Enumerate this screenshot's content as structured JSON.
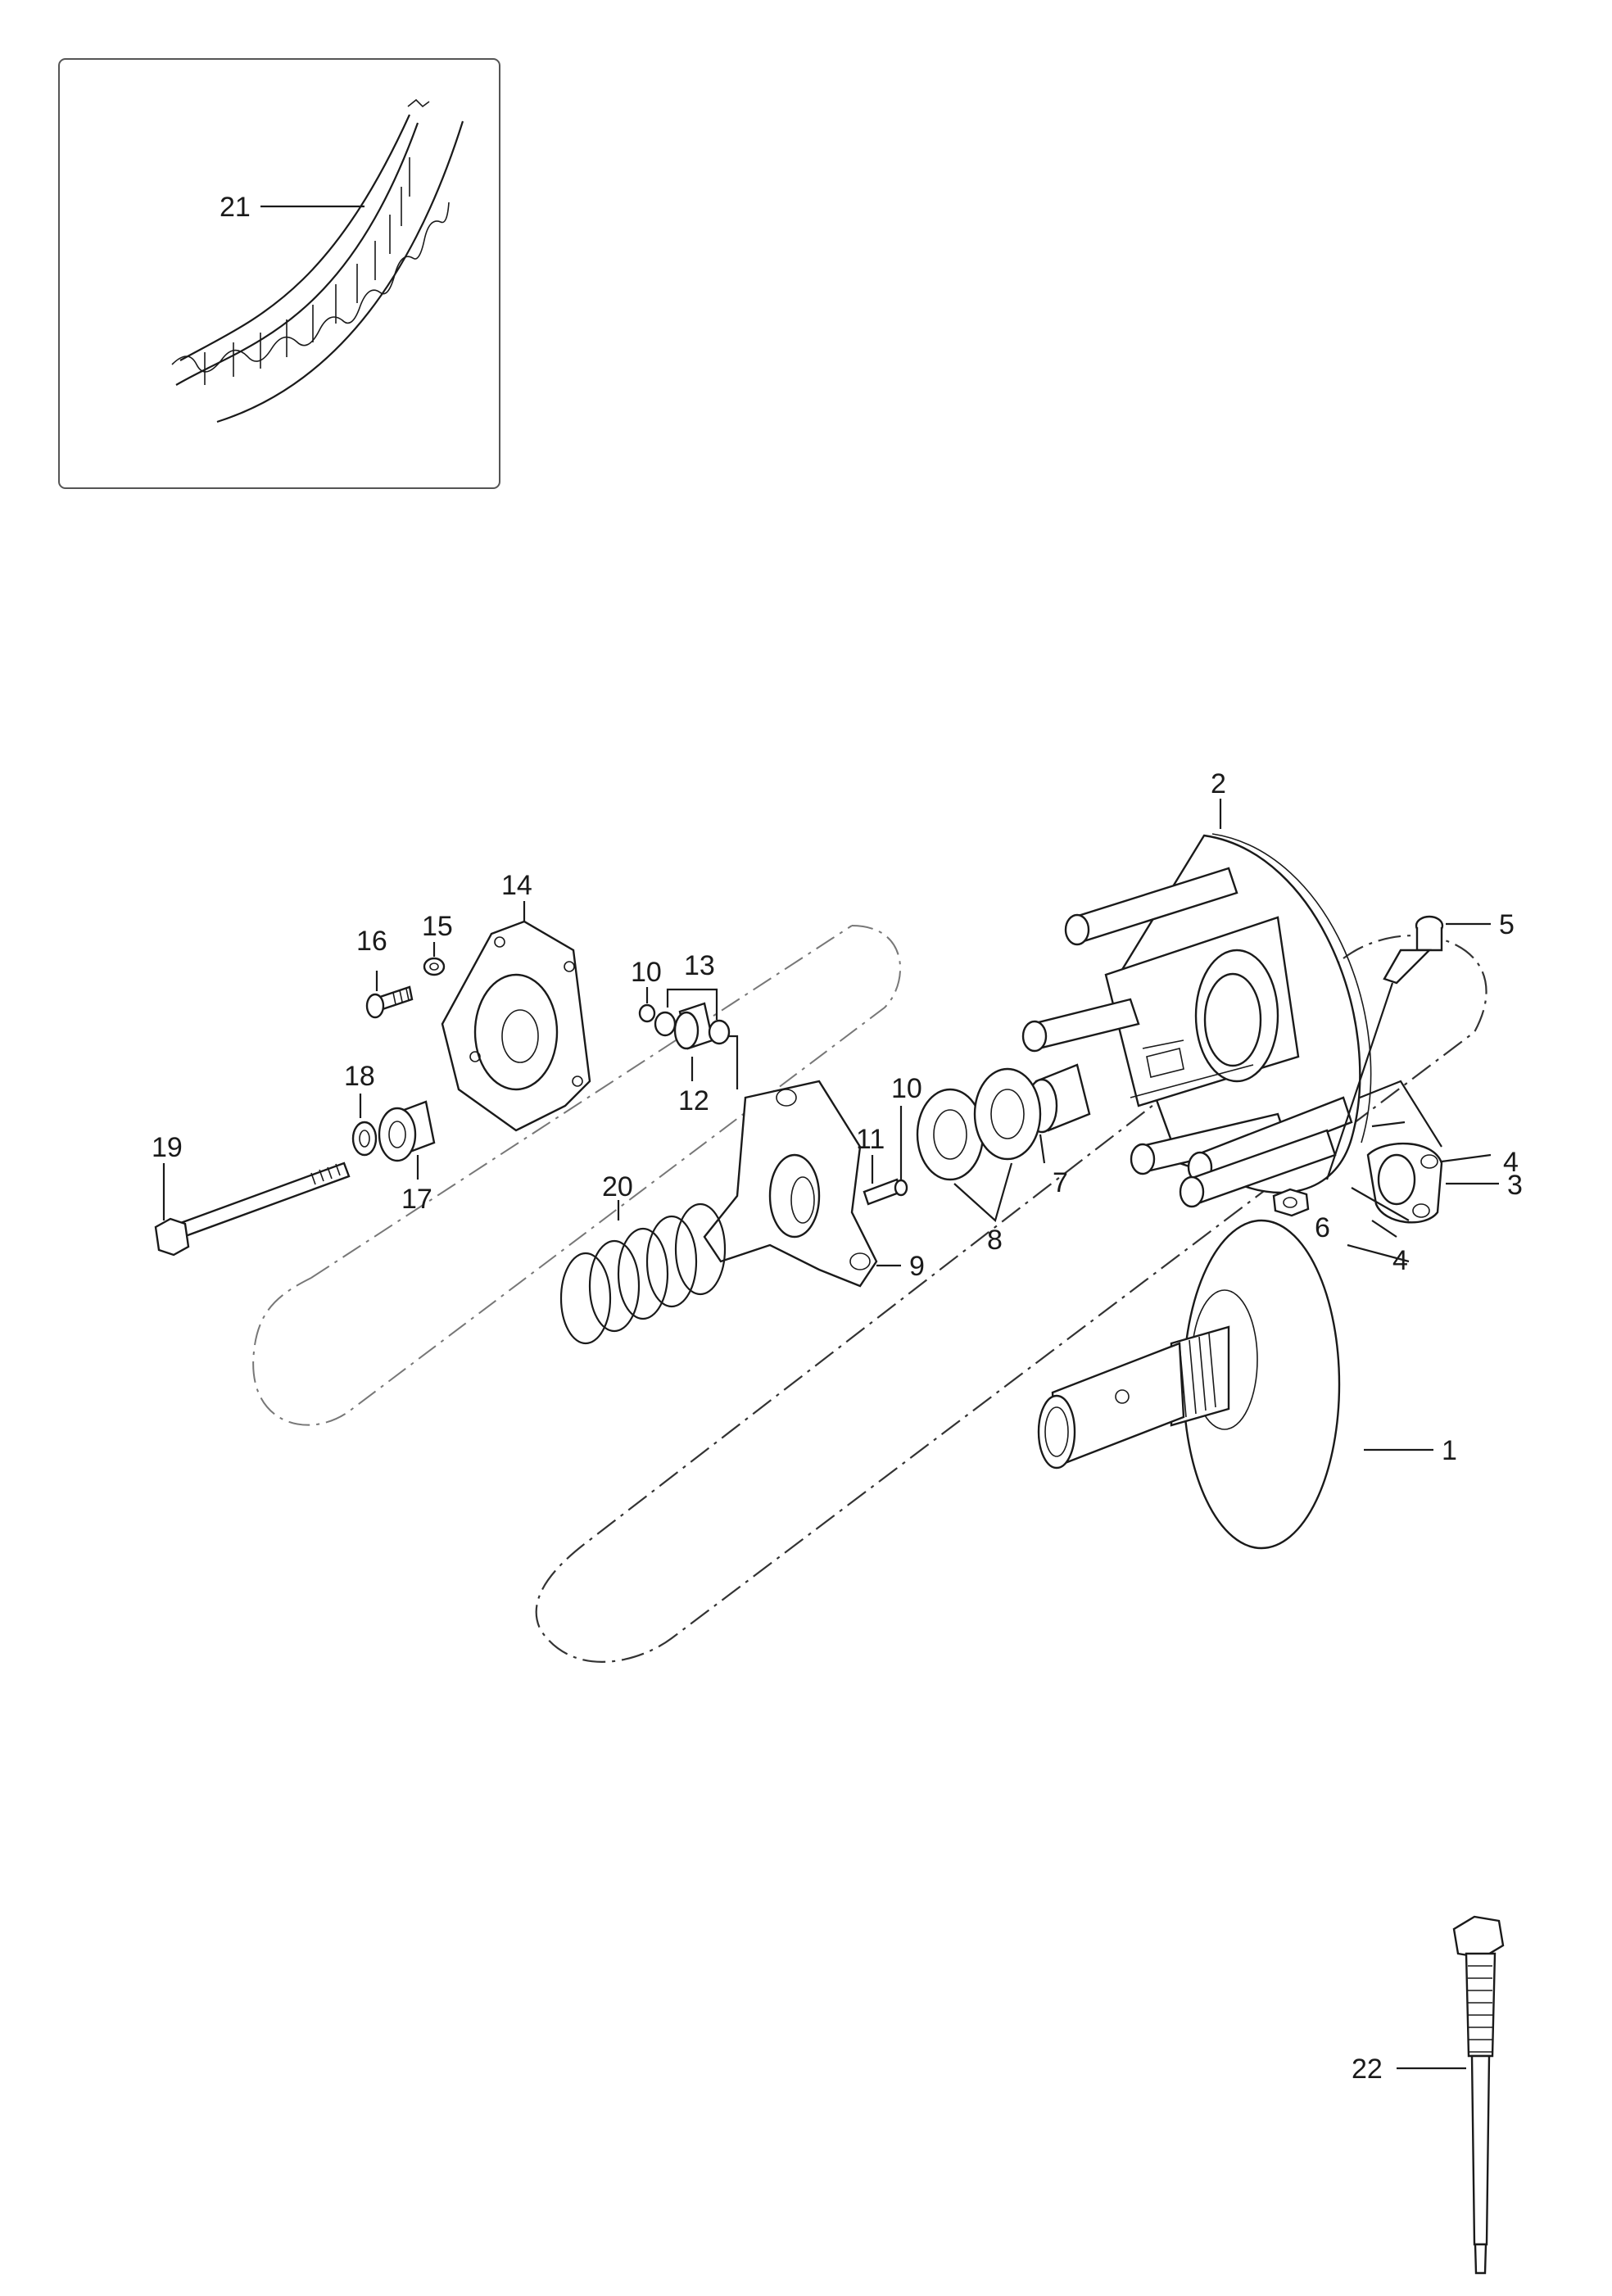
{
  "callouts": [
    {
      "id": "21"
    },
    {
      "id": "2"
    },
    {
      "id": "14"
    },
    {
      "id": "15"
    },
    {
      "id": "16"
    },
    {
      "id": "10"
    },
    {
      "id": "13"
    },
    {
      "id": "5"
    },
    {
      "id": "18"
    },
    {
      "id": "12"
    },
    {
      "id": "11"
    },
    {
      "id": "10"
    },
    {
      "id": "4"
    },
    {
      "id": "3"
    },
    {
      "id": "19"
    },
    {
      "id": "17"
    },
    {
      "id": "7"
    },
    {
      "id": "6"
    },
    {
      "id": "4"
    },
    {
      "id": "20"
    },
    {
      "id": "8"
    },
    {
      "id": "9"
    },
    {
      "id": "1"
    },
    {
      "id": "22"
    }
  ]
}
